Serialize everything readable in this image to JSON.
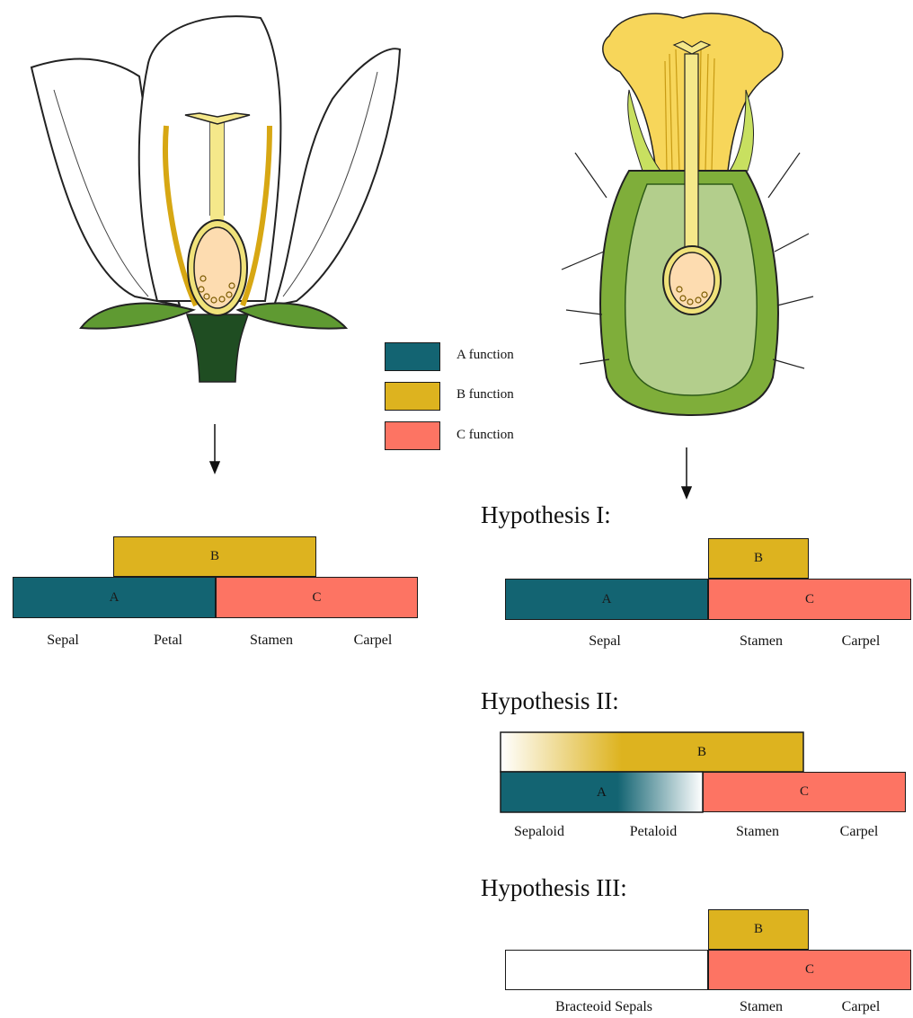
{
  "colors": {
    "A": "#136472",
    "B": "#ddb31f",
    "C": "#fd7463"
  },
  "legend": [
    {
      "key": "A",
      "label": "A function"
    },
    {
      "key": "B",
      "label": "B function"
    },
    {
      "key": "C",
      "label": "C function"
    }
  ],
  "illustrations": {
    "left": "flower-longitudinal-section",
    "right": "cactus-flower-longitudinal-section"
  },
  "model": {
    "b_box": "B",
    "a_box": "A",
    "c_box": "C",
    "organs": [
      "Sepal",
      "Petal",
      "Stamen",
      "Carpel"
    ]
  },
  "hypotheses": [
    {
      "title": "Hypothesis I:",
      "b_box": "B",
      "a_box": "A",
      "c_box": "C",
      "organs": [
        "Sepal",
        "Stamen",
        "Carpel"
      ]
    },
    {
      "title": "Hypothesis II:",
      "b_box": "B",
      "a_box": "A",
      "c_box": "C",
      "organs": [
        "Sepaloid",
        "Petaloid",
        "Stamen",
        "Carpel"
      ]
    },
    {
      "title": "Hypothesis III:",
      "b_box": "B",
      "c_box": "C",
      "organs": [
        "Bracteoid Sepals",
        "Stamen",
        "Carpel"
      ]
    }
  ]
}
